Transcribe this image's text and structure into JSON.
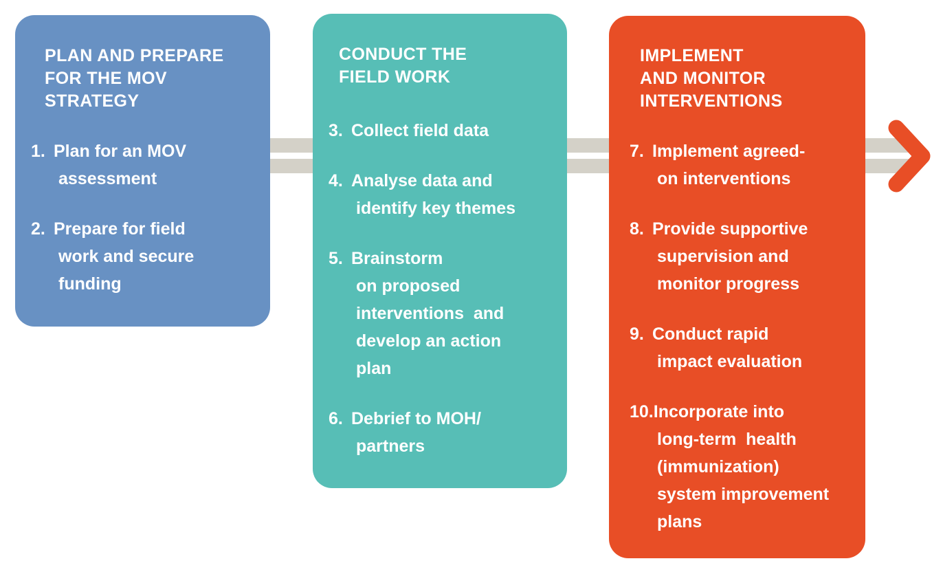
{
  "diagram": {
    "name": "MOV strategy process flow",
    "background_color": "#ffffff",
    "band_color": "#d4d1c8",
    "arrow_color": "#e84e26",
    "panels": [
      {
        "id": "plan-and-prepare",
        "color": "#6891c3",
        "text_color": "#ffffff",
        "title": "PLAN AND PREPARE FOR THE MOV STRATEGY",
        "title_lines": [
          "PLAN AND PREPARE",
          "FOR THE MOV",
          "STRATEGY"
        ],
        "steps": [
          {
            "number": "1.",
            "text": "Plan for an MOV assessment",
            "lines": [
              "Plan for an MOV",
              "assessment"
            ]
          },
          {
            "number": "2.",
            "text": "Prepare for field work and secure funding",
            "lines": [
              "Prepare for field",
              "work and secure",
              "funding"
            ]
          }
        ]
      },
      {
        "id": "conduct-field-work",
        "color": "#57beb6",
        "text_color": "#ffffff",
        "title": "CONDUCT THE FIELD WORK",
        "title_lines": [
          "CONDUCT THE",
          "FIELD WORK"
        ],
        "steps": [
          {
            "number": "3.",
            "text": "Collect field data",
            "lines": [
              "Collect field data"
            ]
          },
          {
            "number": "4.",
            "text": "Analyse data and identify key themes",
            "lines": [
              "Analyse data and",
              "identify key themes"
            ]
          },
          {
            "number": "5.",
            "text": "Brainstorm on proposed interventions  and develop an action plan",
            "lines": [
              "Brainstorm",
              "on proposed",
              "interventions  and",
              "develop an action",
              "plan"
            ]
          },
          {
            "number": "6.",
            "text": "Debrief to MOH/ partners",
            "lines": [
              "Debrief to MOH/",
              "partners"
            ]
          }
        ]
      },
      {
        "id": "implement-and-monitor",
        "color": "#e84e26",
        "text_color": "#ffffff",
        "title": "IMPLEMENT AND MONITOR INTERVENTIONS",
        "title_lines": [
          "IMPLEMENT",
          "AND MONITOR",
          "INTERVENTIONS"
        ],
        "steps": [
          {
            "number": "7.",
            "text": "Implement agreed-on interventions",
            "lines": [
              "Implement agreed-",
              "on interventions"
            ]
          },
          {
            "number": "8.",
            "text": "Provide supportive supervision and monitor progress",
            "lines": [
              "Provide supportive",
              "supervision and",
              "monitor progress"
            ]
          },
          {
            "number": "9.",
            "text": "Conduct rapid impact evaluation",
            "lines": [
              "Conduct rapid",
              "impact evaluation"
            ]
          },
          {
            "number": "10.",
            "text": "Incorporate into long-term  health (immunization) system improvement plans",
            "lines": [
              "Incorporate into",
              "long-term  health",
              "(immunization)",
              "system improvement",
              "plans"
            ]
          }
        ]
      }
    ]
  }
}
